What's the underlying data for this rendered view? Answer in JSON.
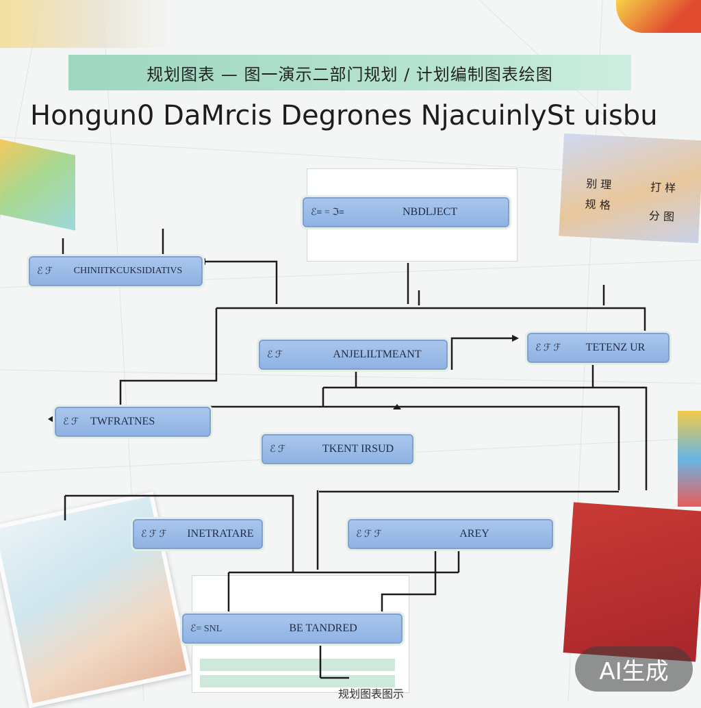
{
  "banner": {
    "text": "规划图表 — 图一演示二部门规划 / 计划编制图表绘图"
  },
  "title": "Hongun0 DaMrcis Degrones NjacuinlySt uisbu",
  "nodes": {
    "object": {
      "mark": "ℰ≡ =  ℑ≡",
      "label": "NBDLJECT"
    },
    "identification": {
      "mark": "ℰ ℱ",
      "label": "CHINIITKCUKSIDIATIVS"
    },
    "adjustment": {
      "mark": "ℰ ℱ",
      "label": "ANJELILTMEANT"
    },
    "tentzur": {
      "mark": "ℰ ℱ ℱ",
      "label": "TETENZ UR"
    },
    "twrathes": {
      "mark": "ℰ ℱ",
      "label": "TWFRATNES"
    },
    "tkent": {
      "mark": "ℰ ℱ",
      "label": "TKENT IRSUD"
    },
    "inetratare": {
      "mark": "ℰ ℱ  ℱ",
      "label": "INETRATARE"
    },
    "arey": {
      "mark": "ℰ ℱ  ℱ",
      "label": "AREY"
    },
    "tandred": {
      "mark": "ℰ= SNL",
      "label": "BE TANDRED"
    }
  },
  "right_card": {
    "lines": [
      "别 理",
      "打 样",
      "规 格",
      "分 图"
    ]
  },
  "footer": "规划图表图示",
  "watermark": "AI生成",
  "colors": {
    "node_fill": "#9dbbe8",
    "banner": "#a8dcc6",
    "line": "#1b1b1b"
  }
}
